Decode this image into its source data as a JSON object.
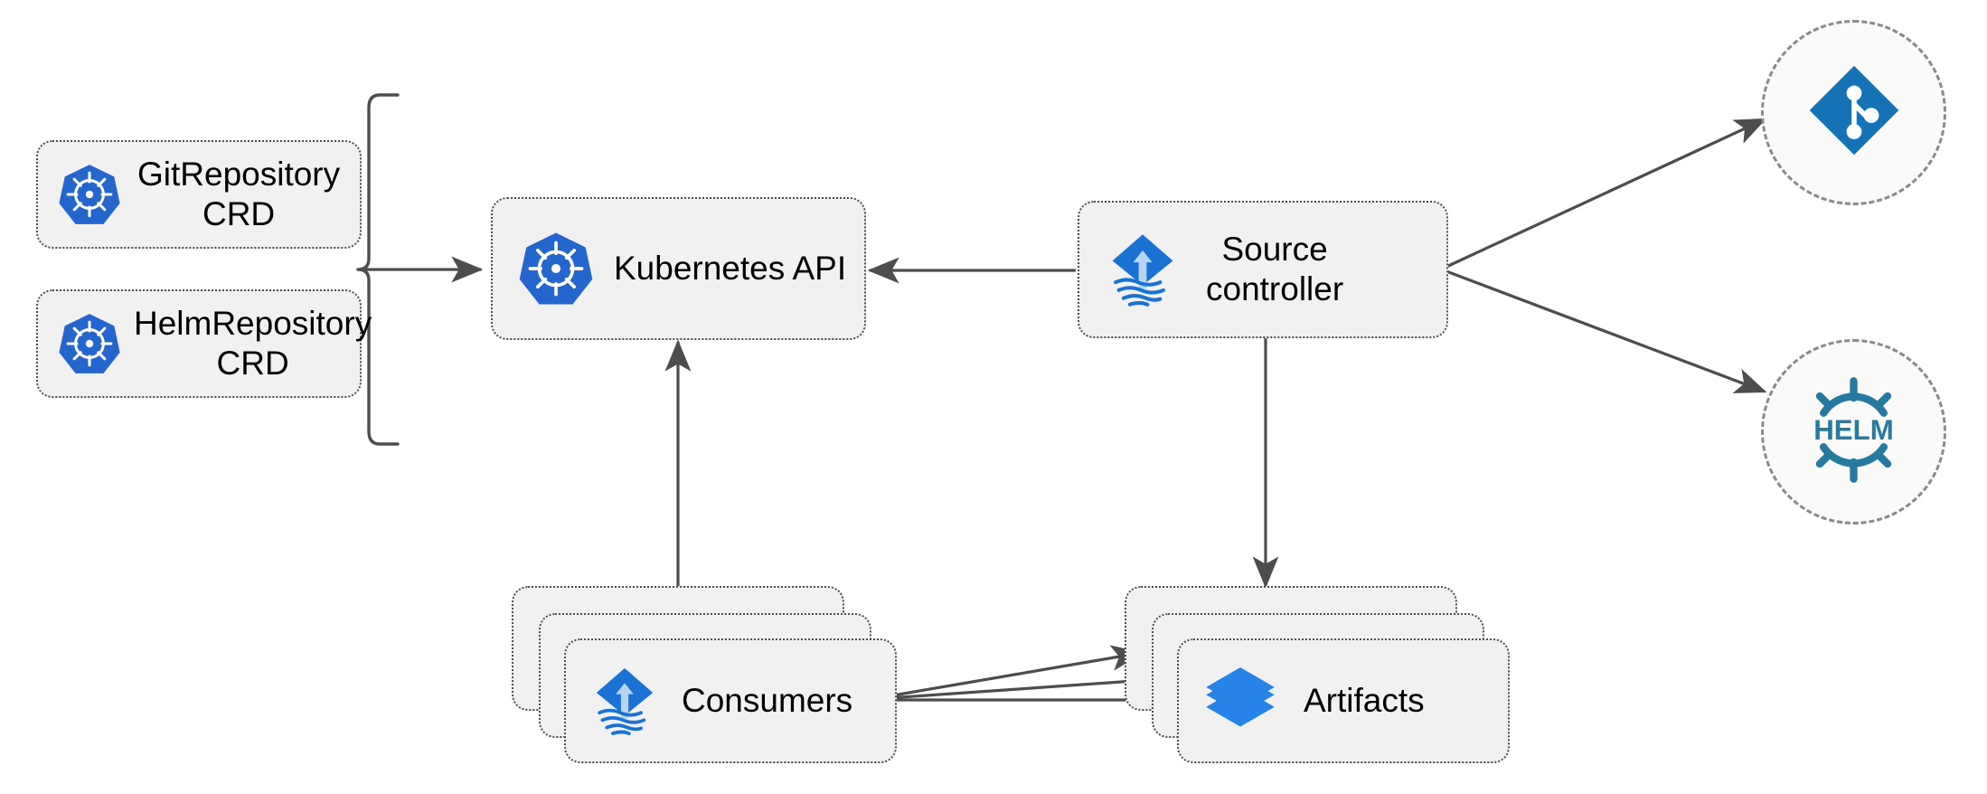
{
  "diagram": {
    "title": "Flux source-controller architecture",
    "background": "#ffffff",
    "colors": {
      "kubernetes_blue": "#2465CE",
      "flux_blue": "#1A73D4",
      "flux_arrow_light": "#B7D4F5",
      "artifact_blue": "#2684E8",
      "git_blue": "#1572B6",
      "helm_teal": "#277A9F",
      "node_fill": "#F1F1F1",
      "node_border": "#4D4D4D",
      "circle_fill": "#FAFAF8",
      "circle_border": "#8A8A8A",
      "connector": "#4D4D4D",
      "text": "#000000"
    }
  },
  "nodes": {
    "git_repository_crd": {
      "label": "GitRepository\nCRD",
      "icon": "kubernetes-icon"
    },
    "helm_repository_crd": {
      "label": "HelmRepository\nCRD",
      "icon": "kubernetes-icon"
    },
    "kubernetes_api": {
      "label": "Kubernetes API",
      "icon": "kubernetes-icon"
    },
    "source_controller": {
      "label": "Source\ncontroller",
      "icon": "flux-icon"
    },
    "consumers": {
      "label": "Consumers",
      "icon": "flux-icon",
      "stack_count": 3
    },
    "artifacts": {
      "label": "Artifacts",
      "icon": "layers-icon",
      "stack_count": 3
    },
    "git_provider": {
      "label": "",
      "icon": "git-icon"
    },
    "helm_provider": {
      "label": "HELM",
      "icon": "helm-icon"
    }
  },
  "connectors": [
    {
      "name": "crds-to-kubernetes-api",
      "from": "crd-brace",
      "to": "kubernetes_api",
      "style": "solid-arrow"
    },
    {
      "name": "source-controller-to-kubernetes-api",
      "from": "source_controller",
      "to": "kubernetes_api",
      "style": "solid-arrow"
    },
    {
      "name": "consumers-to-kubernetes-api",
      "from": "consumers",
      "to": "kubernetes_api",
      "style": "solid-arrow"
    },
    {
      "name": "source-controller-to-artifacts",
      "from": "source_controller",
      "to": "artifacts",
      "style": "solid-arrow"
    },
    {
      "name": "source-controller-to-git",
      "from": "source_controller",
      "to": "git_provider",
      "style": "solid-arrow"
    },
    {
      "name": "source-controller-to-helm",
      "from": "source_controller",
      "to": "helm_provider",
      "style": "solid-arrow"
    },
    {
      "name": "consumers-to-artifacts-1",
      "from": "consumers",
      "to": "artifacts",
      "style": "solid-arrow"
    },
    {
      "name": "consumers-to-artifacts-2",
      "from": "consumers",
      "to": "artifacts",
      "style": "solid-arrow"
    },
    {
      "name": "consumers-to-artifacts-3",
      "from": "consumers",
      "to": "artifacts",
      "style": "solid-arrow"
    }
  ]
}
